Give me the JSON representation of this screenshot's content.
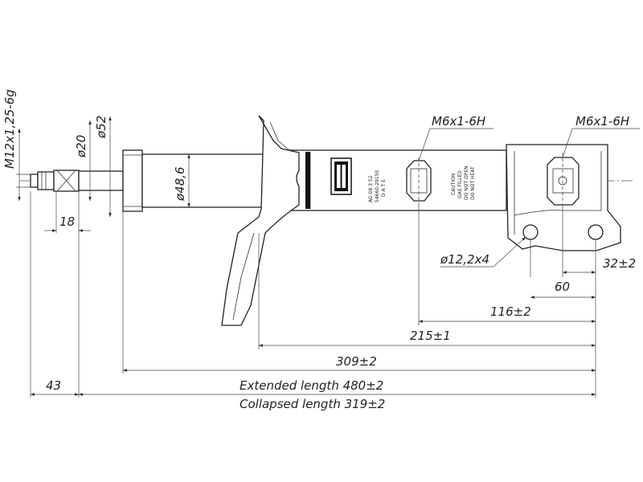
{
  "labels": {
    "thread_rod": "M12x1,25-6g",
    "d20": "ø20",
    "d52": "ø52",
    "d48": "ø48,6",
    "thread_left": "M6x1-6H",
    "thread_right": "M6x1-6H",
    "holes": "ø12,2x4",
    "d32": "32±2",
    "d60": "60",
    "d116": "116±2",
    "d215": "215±1",
    "d309": "309±2",
    "d18": "18",
    "d43": "43",
    "extended": "Extended length 480±2",
    "collapsed": "Collapsed length 319±2"
  },
  "body_text": {
    "code1": "AG 08 3 52",
    "code2": "54660-29150",
    "date": "D A T E",
    "caution": "CAUTION",
    "gas": "GAS FILLED",
    "open": "DO NOT OPEN",
    "heat": "DO NOT HEAT"
  }
}
